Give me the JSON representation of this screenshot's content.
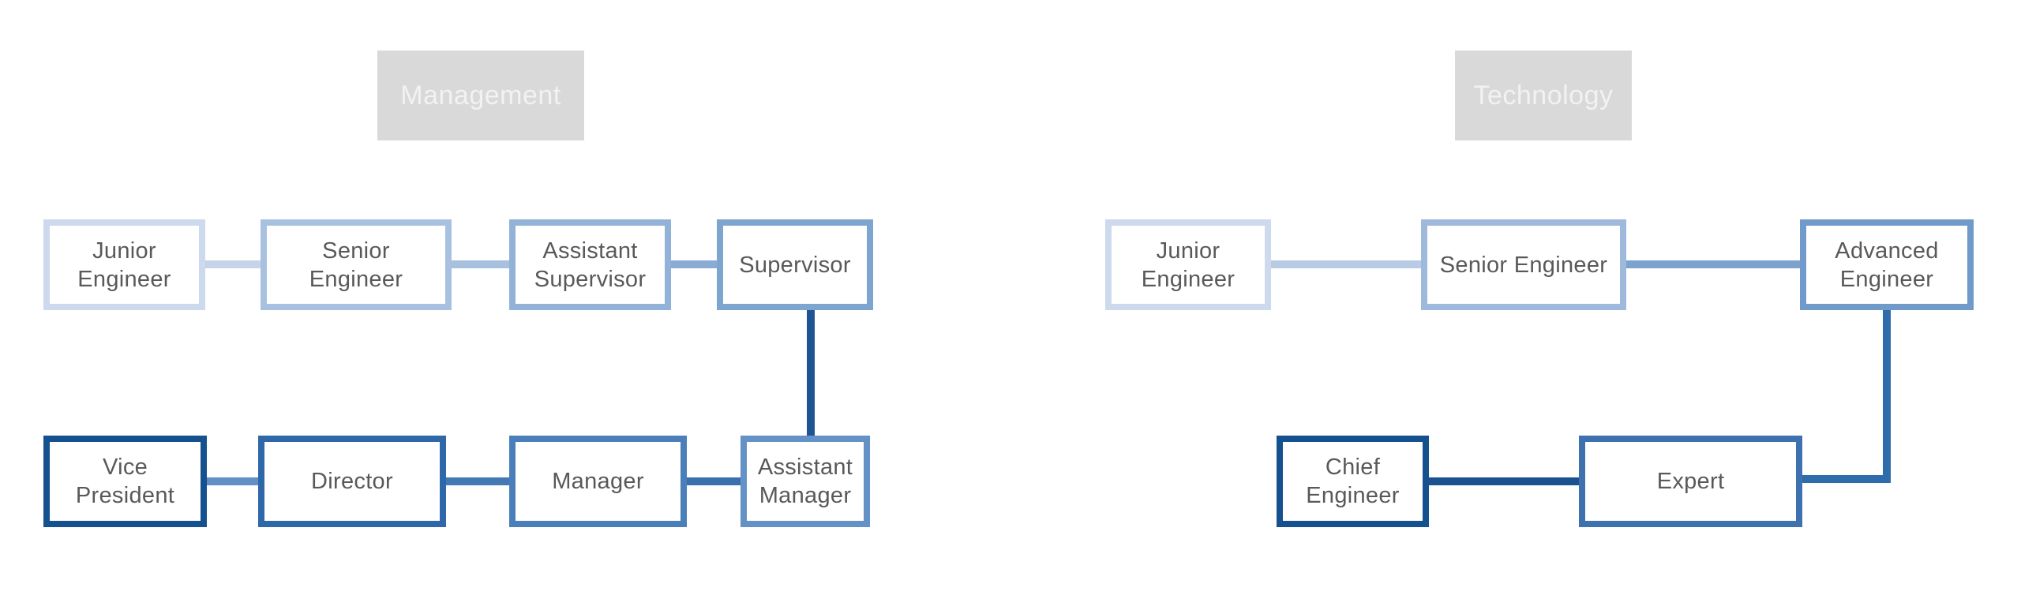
{
  "colors": {
    "canvas_bg": "#ffffff",
    "header_bg": "#d9d9d9",
    "header_text": "#f2f2f2",
    "node_text": "#595959",
    "node_bg": "#ffffff"
  },
  "diagrams": [
    {
      "title": "Management",
      "nodes": [
        {
          "label": "Junior Engineer",
          "border": "#cdd9ec"
        },
        {
          "label": "Senior Engineer",
          "border": "#a9c1e0"
        },
        {
          "label": "Assistant Supervisor",
          "border": "#92b2d8"
        },
        {
          "label": "Supervisor",
          "border": "#7ea5d0"
        },
        {
          "label": "Vice President",
          "border": "#15518f"
        },
        {
          "label": "Director",
          "border": "#2e68a9"
        },
        {
          "label": "Manager",
          "border": "#4a7fb9"
        },
        {
          "label": "Assistant Manager",
          "border": "#6592c6"
        }
      ],
      "connectors": [
        {
          "from": "Junior Engineer",
          "to": "Senior Engineer",
          "shape": "horizontal",
          "color": "#c6d4ea"
        },
        {
          "from": "Senior Engineer",
          "to": "Assistant Supervisor",
          "shape": "horizontal",
          "color": "#a6c0de"
        },
        {
          "from": "Assistant Supervisor",
          "to": "Supervisor",
          "shape": "horizontal",
          "color": "#8aacd4"
        },
        {
          "from": "Supervisor",
          "to": "Assistant Manager",
          "shape": "vertical",
          "color": "#1e5493"
        },
        {
          "from": "Vice President",
          "to": "Director",
          "shape": "horizontal",
          "color": "#6290c4"
        },
        {
          "from": "Director",
          "to": "Manager",
          "shape": "horizontal",
          "color": "#4579b4"
        },
        {
          "from": "Manager",
          "to": "Assistant Manager",
          "shape": "horizontal",
          "color": "#3a70ae"
        }
      ]
    },
    {
      "title": "Technology",
      "nodes": [
        {
          "label": "Junior Engineer",
          "border": "#cdd9ec"
        },
        {
          "label": "Senior Engineer",
          "border": "#9eb9dc"
        },
        {
          "label": "Advanced Engineer",
          "border": "#6f9aca"
        },
        {
          "label": "Chief Engineer",
          "border": "#15518f"
        },
        {
          "label": "Expert",
          "border": "#3d72af"
        }
      ],
      "connectors": [
        {
          "from": "Junior Engineer",
          "to": "Senior Engineer",
          "shape": "horizontal",
          "color": "#b7cbe5"
        },
        {
          "from": "Senior Engineer",
          "to": "Advanced Engineer",
          "shape": "horizontal",
          "color": "#7ca3cd"
        },
        {
          "from": "Advanced Engineer",
          "to": "Expert",
          "shape": "elbow",
          "color": "#2f6cab"
        },
        {
          "from": "Chief Engineer",
          "to": "Expert",
          "shape": "horizontal",
          "color": "#1a5291"
        }
      ]
    }
  ]
}
